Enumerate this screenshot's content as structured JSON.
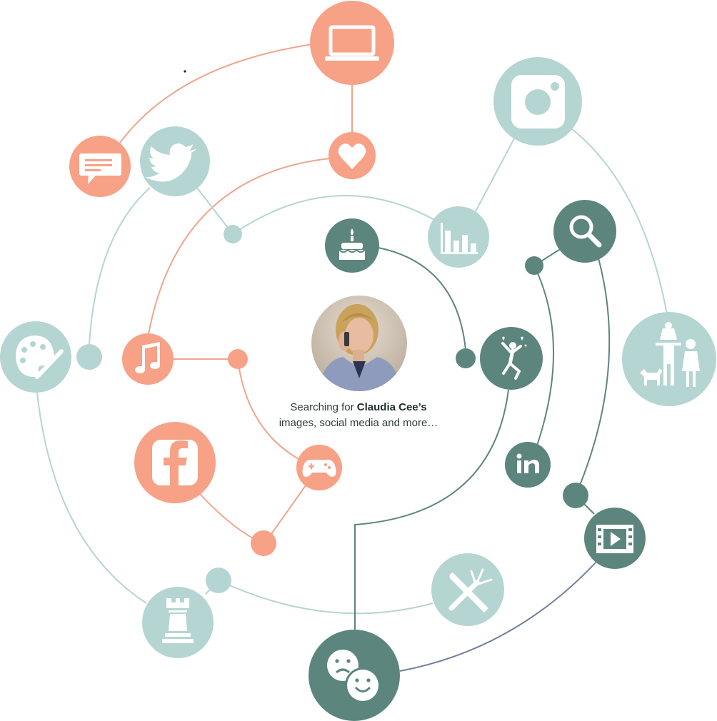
{
  "colors": {
    "coral": "#f7a187",
    "coral_line": "#f0a58e",
    "sage": "#b5d5d2",
    "sage_line": "#b5d5d2",
    "teal": "#5b857d",
    "teal_line": "#5f857e",
    "slate_line": "#6f7f9c"
  },
  "center": {
    "avatar_icon": "profile-photo",
    "caption_prefix": "Searching for ",
    "caption_name": "Claudia Cee’s",
    "caption_line2": "images, social media and more…"
  },
  "nodes": [
    {
      "id": "laptop",
      "icon": "laptop-icon",
      "color": "coral"
    },
    {
      "id": "heart",
      "icon": "heart-icon",
      "color": "coral"
    },
    {
      "id": "chat",
      "icon": "chat-bubble-icon",
      "color": "coral"
    },
    {
      "id": "twitter",
      "icon": "twitter-bird-icon",
      "color": "sage"
    },
    {
      "id": "instagram",
      "icon": "instagram-icon",
      "color": "sage"
    },
    {
      "id": "stats",
      "icon": "bar-chart-icon",
      "color": "sage"
    },
    {
      "id": "cake",
      "icon": "birthday-cake-icon",
      "color": "teal"
    },
    {
      "id": "search",
      "icon": "magnifier-icon",
      "color": "teal"
    },
    {
      "id": "family",
      "icon": "family-icon",
      "color": "sage"
    },
    {
      "id": "cheer",
      "icon": "cheering-person-icon",
      "color": "teal"
    },
    {
      "id": "palette",
      "icon": "paint-palette-icon",
      "color": "sage"
    },
    {
      "id": "music",
      "icon": "music-note-icon",
      "color": "coral"
    },
    {
      "id": "facebook",
      "icon": "facebook-icon",
      "color": "coral"
    },
    {
      "id": "gamepad",
      "icon": "gamepad-icon",
      "color": "coral"
    },
    {
      "id": "linkedin",
      "icon": "linkedin-icon",
      "color": "teal"
    },
    {
      "id": "video",
      "icon": "video-film-icon",
      "color": "teal"
    },
    {
      "id": "dining",
      "icon": "knife-fork-icon",
      "color": "sage"
    },
    {
      "id": "chess",
      "icon": "chess-rook-icon",
      "color": "sage"
    },
    {
      "id": "emotions",
      "icon": "sad-happy-faces-icon",
      "color": "teal"
    }
  ]
}
